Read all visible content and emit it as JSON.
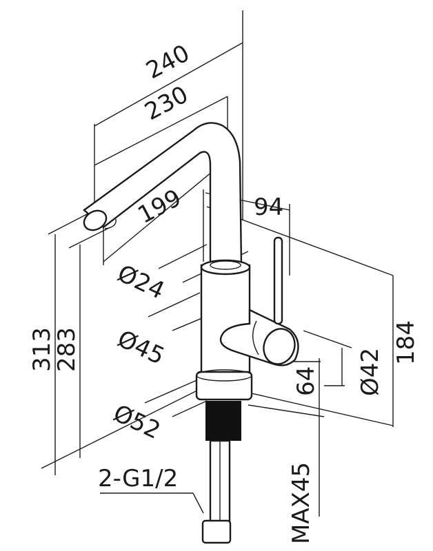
{
  "title": "Faucet dimension drawing",
  "dimensions": {
    "spout_reach_total": "240",
    "spout_reach_outer": "230",
    "spout_reach_inner": "199",
    "handle_offset": "94",
    "spout_diameter": "Ø24",
    "body_diameter": "Ø45",
    "base_diameter": "Ø52",
    "total_height": "313",
    "spout_height": "283",
    "connection": "2-G1/2",
    "max_counter_thickness": "MAX45",
    "handle_height": "64",
    "handle_diameter": "Ø42",
    "handle_top_height": "184"
  },
  "colors": {
    "line": "#1a1a1a",
    "background": "#ffffff"
  }
}
